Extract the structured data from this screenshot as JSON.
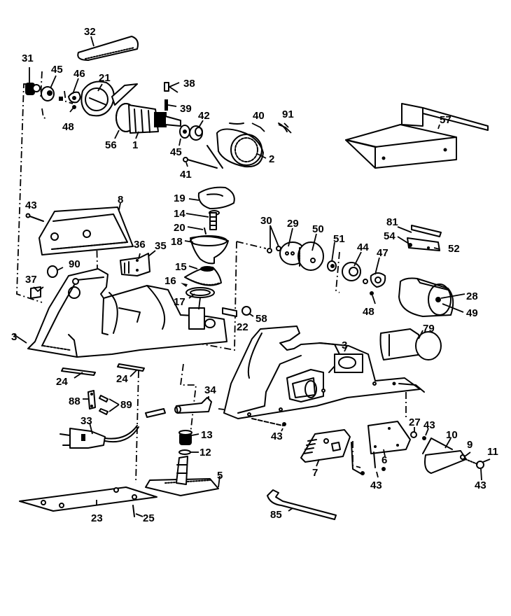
{
  "diagram": {
    "type": "exploded-parts-view",
    "subject": "electric planer",
    "ink_color": "#000000",
    "background_color": "#ffffff",
    "labels": [
      {
        "id": "32",
        "text": "32"
      },
      {
        "id": "31",
        "text": "31"
      },
      {
        "id": "45a",
        "text": "45"
      },
      {
        "id": "46",
        "text": "46"
      },
      {
        "id": "21",
        "text": "21"
      },
      {
        "id": "48a",
        "text": "48"
      },
      {
        "id": "56",
        "text": "56"
      },
      {
        "id": "1",
        "text": "1"
      },
      {
        "id": "38",
        "text": "38"
      },
      {
        "id": "39",
        "text": "39"
      },
      {
        "id": "42",
        "text": "42"
      },
      {
        "id": "40",
        "text": "40"
      },
      {
        "id": "91",
        "text": "91"
      },
      {
        "id": "45b",
        "text": "45"
      },
      {
        "id": "41",
        "text": "41"
      },
      {
        "id": "2",
        "text": "2"
      },
      {
        "id": "57",
        "text": "57"
      },
      {
        "id": "43a",
        "text": "43"
      },
      {
        "id": "8",
        "text": "8"
      },
      {
        "id": "19",
        "text": "19"
      },
      {
        "id": "14",
        "text": "14"
      },
      {
        "id": "20",
        "text": "20"
      },
      {
        "id": "18",
        "text": "18"
      },
      {
        "id": "36",
        "text": "36"
      },
      {
        "id": "35",
        "text": "35"
      },
      {
        "id": "90",
        "text": "90"
      },
      {
        "id": "15",
        "text": "15"
      },
      {
        "id": "16",
        "text": "16"
      },
      {
        "id": "37",
        "text": "37"
      },
      {
        "id": "17",
        "text": "17"
      },
      {
        "id": "22",
        "text": "22"
      },
      {
        "id": "58",
        "text": "58"
      },
      {
        "id": "3a",
        "text": "3"
      },
      {
        "id": "30",
        "text": "30"
      },
      {
        "id": "29",
        "text": "29"
      },
      {
        "id": "50",
        "text": "50"
      },
      {
        "id": "51",
        "text": "51"
      },
      {
        "id": "44",
        "text": "44"
      },
      {
        "id": "47",
        "text": "47"
      },
      {
        "id": "48b",
        "text": "48"
      },
      {
        "id": "81",
        "text": "81"
      },
      {
        "id": "54",
        "text": "54"
      },
      {
        "id": "52",
        "text": "52"
      },
      {
        "id": "28",
        "text": "28"
      },
      {
        "id": "49",
        "text": "49"
      },
      {
        "id": "79",
        "text": "79"
      },
      {
        "id": "3b",
        "text": "3"
      },
      {
        "id": "24a",
        "text": "24"
      },
      {
        "id": "24b",
        "text": "24"
      },
      {
        "id": "88",
        "text": "88"
      },
      {
        "id": "89",
        "text": "89"
      },
      {
        "id": "34",
        "text": "34"
      },
      {
        "id": "33",
        "text": "33"
      },
      {
        "id": "13",
        "text": "13"
      },
      {
        "id": "12",
        "text": "12"
      },
      {
        "id": "5",
        "text": "5"
      },
      {
        "id": "23",
        "text": "23"
      },
      {
        "id": "25",
        "text": "25"
      },
      {
        "id": "43b",
        "text": "43"
      },
      {
        "id": "7",
        "text": "7"
      },
      {
        "id": "43c",
        "text": "43"
      },
      {
        "id": "6",
        "text": "6"
      },
      {
        "id": "27",
        "text": "27"
      },
      {
        "id": "43d",
        "text": "43"
      },
      {
        "id": "10",
        "text": "10"
      },
      {
        "id": "9",
        "text": "9"
      },
      {
        "id": "11",
        "text": "11"
      },
      {
        "id": "43e",
        "text": "43"
      },
      {
        "id": "85",
        "text": "85"
      }
    ]
  }
}
